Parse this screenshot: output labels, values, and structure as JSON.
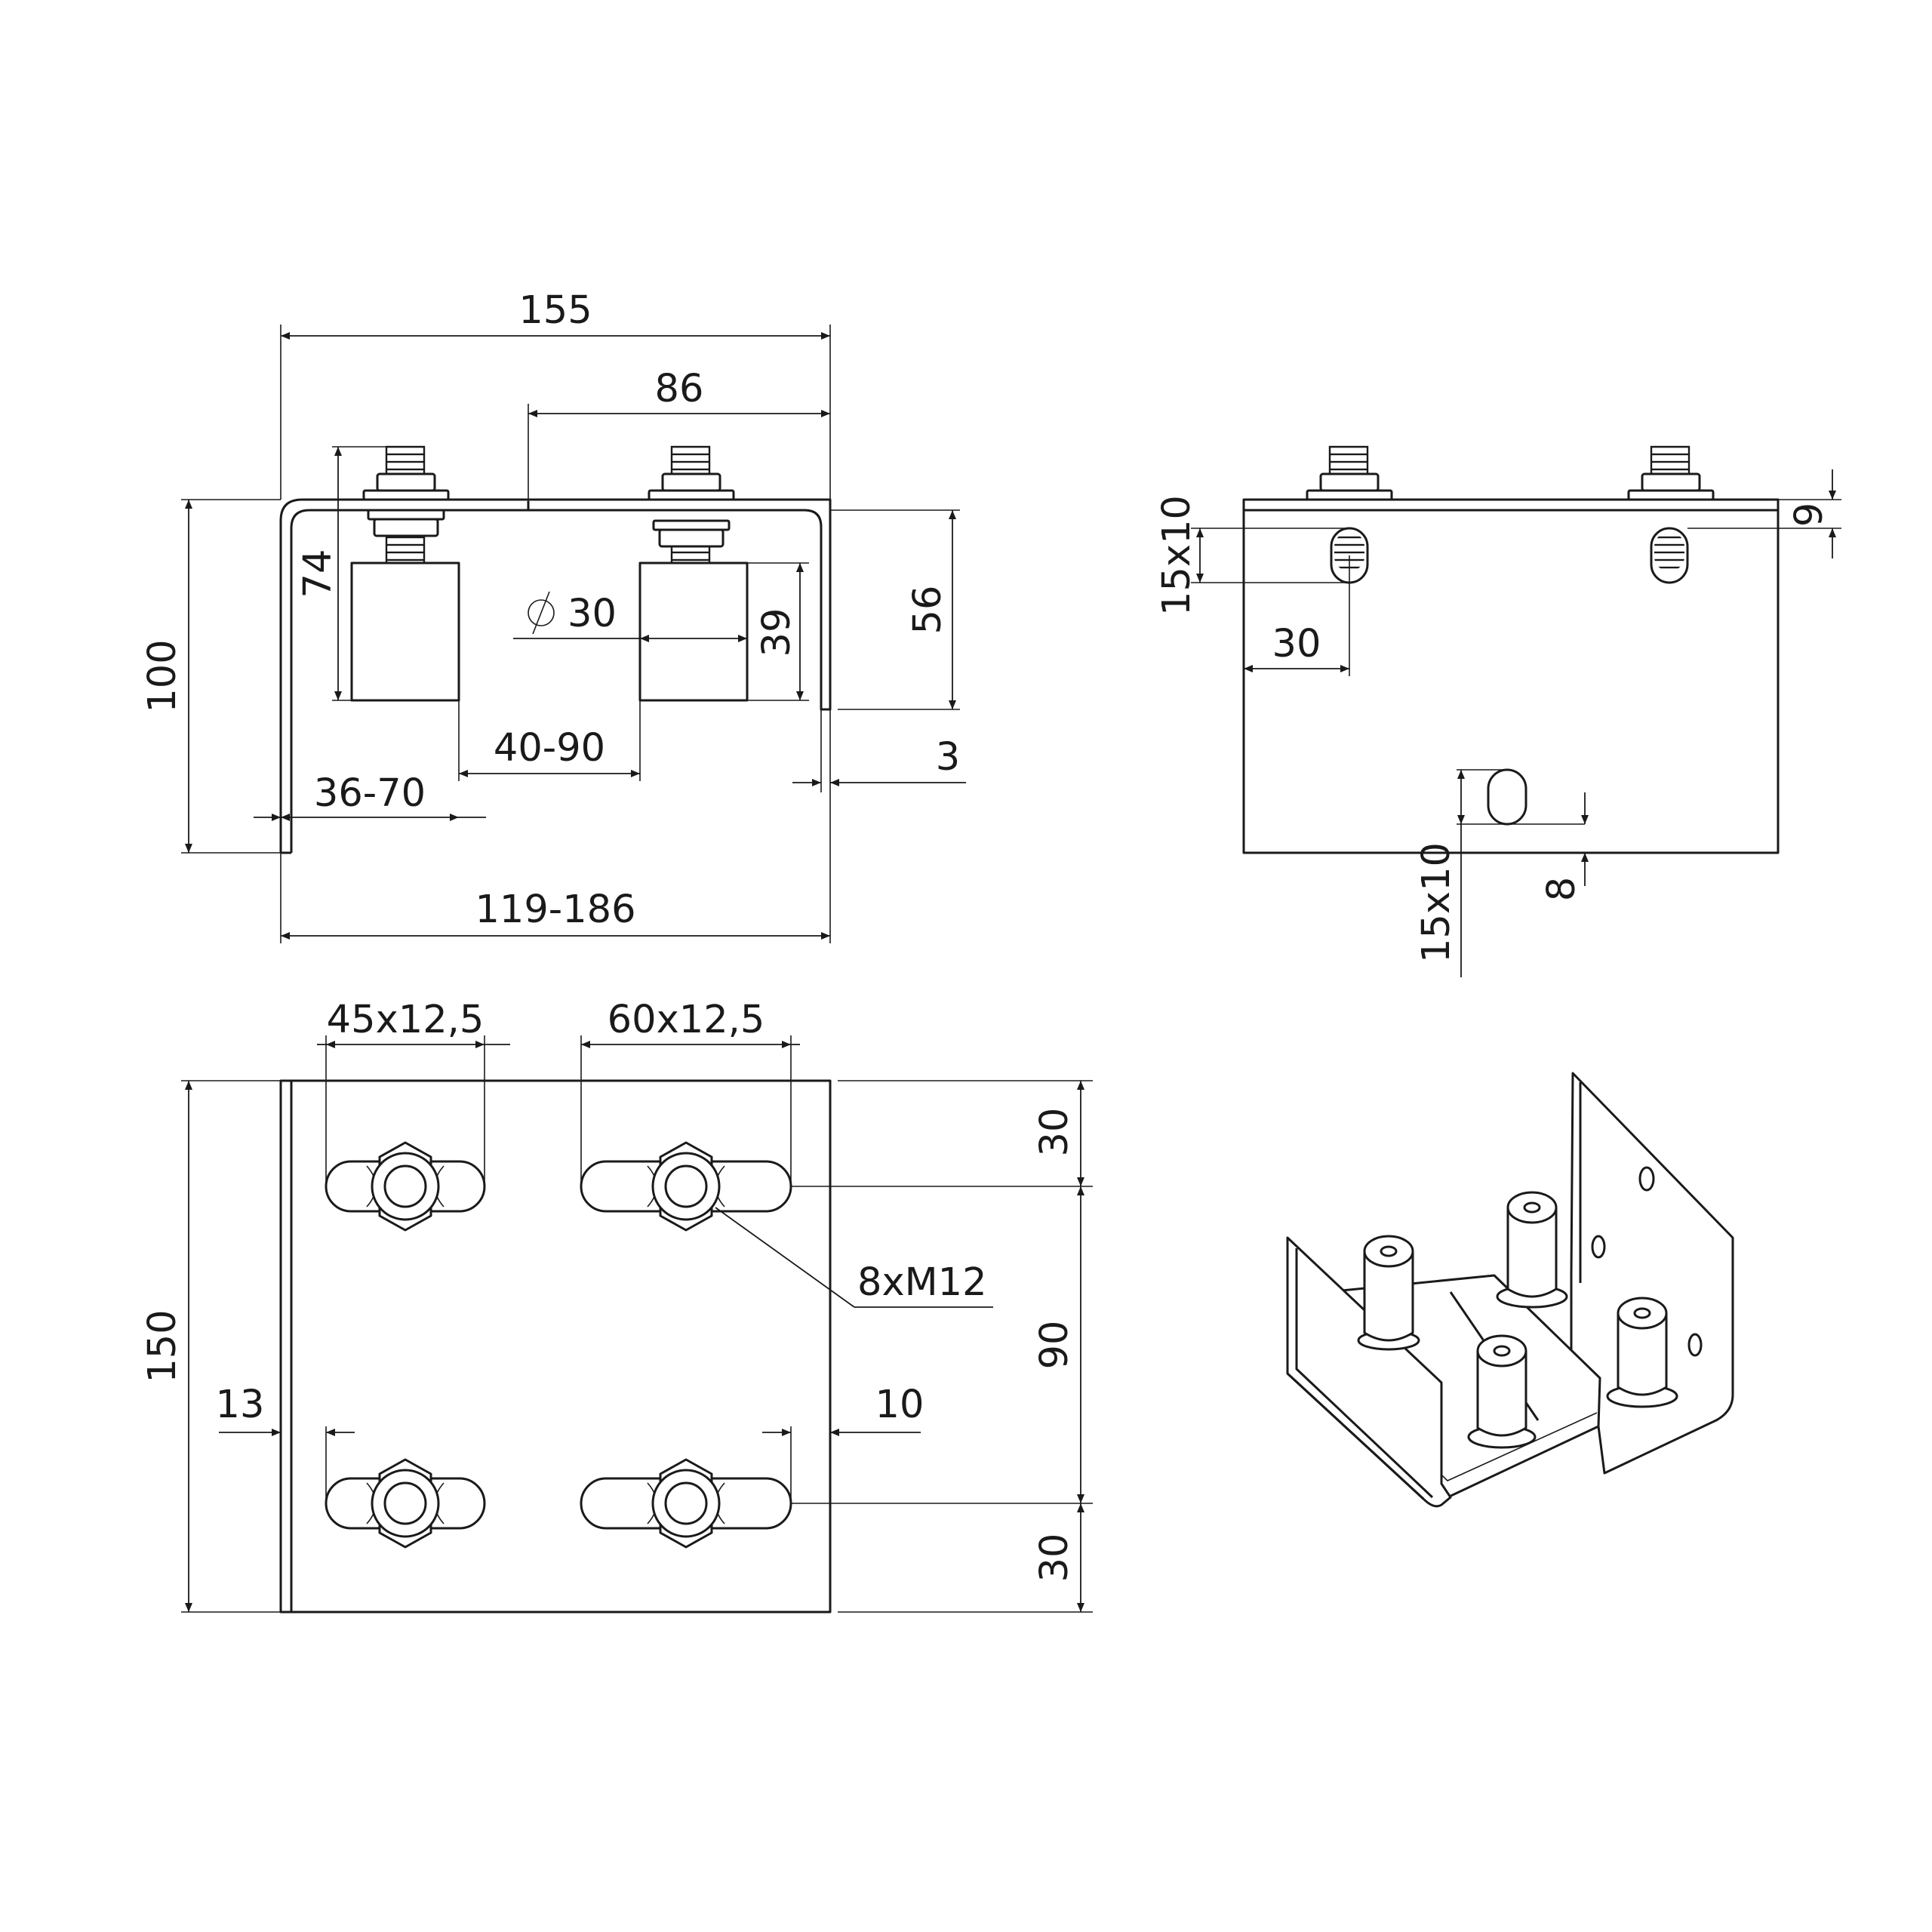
{
  "front_view": {
    "overall_width": "155",
    "rail_span": "86",
    "height": "100",
    "stud_height": "74",
    "roller_diameter": "30",
    "roller_height": "39",
    "side_height": "56",
    "roller_spacing": "40-90",
    "side_offset": "36-70",
    "thickness": "3",
    "track_range": "119-186"
  },
  "side_view": {
    "slot_top": "15x10",
    "slot_from_top": "9",
    "slot_offset": "30",
    "slot_bottom": "15x10",
    "slot_from_bottom": "8"
  },
  "top_view": {
    "slot_left": "45x12,5",
    "slot_right": "60x12,5",
    "bolts": "8xM12",
    "width": "150",
    "edge_left": "13",
    "edge_right": "10",
    "offset_top": "30",
    "hole_spacing": "90",
    "offset_bottom": "30"
  }
}
